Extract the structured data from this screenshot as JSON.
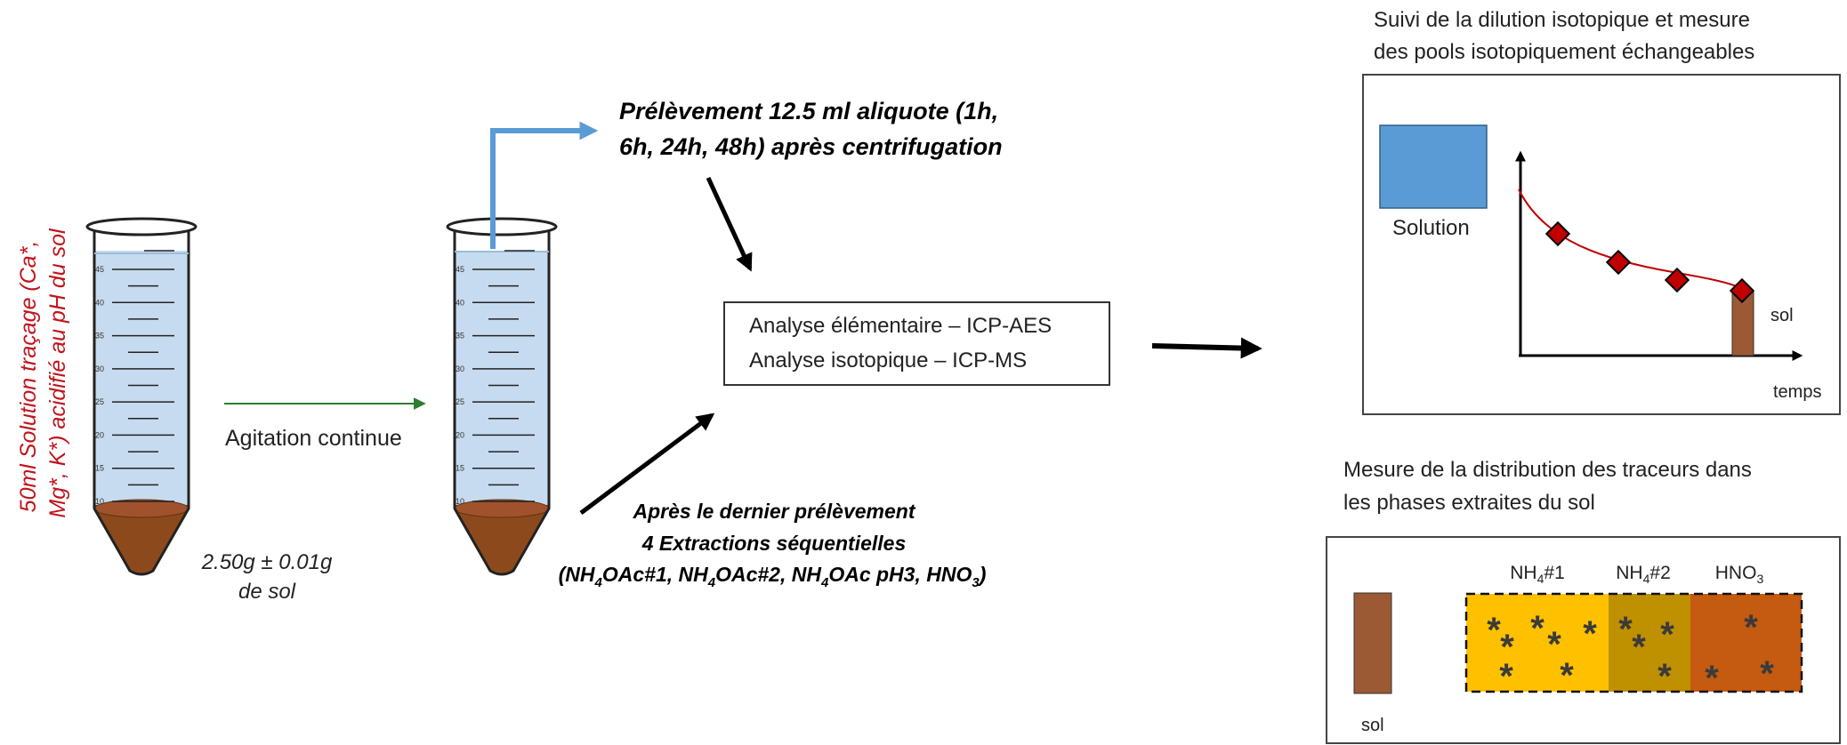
{
  "colors": {
    "solution_blue": "#5b9bd5",
    "tube_liquid": "#c6dbef",
    "soil_brown": "#8c4a1c",
    "soil_bar": "#9b5a34",
    "marker_red": "#c00000",
    "curve_red": "#c00000",
    "green_arrow": "#2e7d32",
    "nh4_1": "#ffc000",
    "nh4_2": "#bf9000",
    "hno3": "#c55a11"
  },
  "icons": [
    "test-tube-icon",
    "arrow-icon",
    "asterisk-icon",
    "diamond-marker-icon"
  ],
  "left_tube": {
    "side_label_line1": "50ml Solution traçage (Ca*,",
    "side_label_line2": "Mg*, K*) acidifié au pH du sol",
    "soil_label_line1": "2.50g ± 0.01g",
    "soil_label_line2": "de sol",
    "graduations": [
      "45",
      "40",
      "35",
      "30",
      "25",
      "20",
      "15",
      "10"
    ]
  },
  "agitation_label": "Agitation continue",
  "sampling_label_line1": "Prélèvement 12.5 ml aliquote (1h,",
  "sampling_label_line2": "6h, 24h, 48h) après centrifugation",
  "analysis_box": {
    "line1": "Analyse élémentaire – ICP-AES",
    "line2": "Analyse isotopique – ICP-MS"
  },
  "extraction_label": {
    "line1": "Après le dernier prélèvement",
    "line2": "4 Extractions séquentielles",
    "line3_parts": [
      "(NH",
      "4",
      "OAc#1, NH",
      "4",
      "OAc#2, NH",
      "4",
      "OAc pH3, HNO",
      "3",
      ")"
    ]
  },
  "dilution_panel": {
    "title_line1": "Suivi de la dilution isotopique et mesure",
    "title_line2": "des pools isotopiquement échangeables",
    "solution_label": "Solution",
    "sol_label": "sol",
    "xaxis_label": "temps"
  },
  "distribution_panel": {
    "title_line1": "Mesure de la distribution des traceurs dans",
    "title_line2": "les phases extraites du sol",
    "sol_label": "sol",
    "phases": [
      {
        "name": "NH",
        "sub": "4",
        "suffix": "#1"
      },
      {
        "name": "NH",
        "sub": "4",
        "suffix": "#2"
      },
      {
        "name": "HNO",
        "sub": "3",
        "suffix": ""
      }
    ],
    "asterisk_glyph": "*"
  }
}
